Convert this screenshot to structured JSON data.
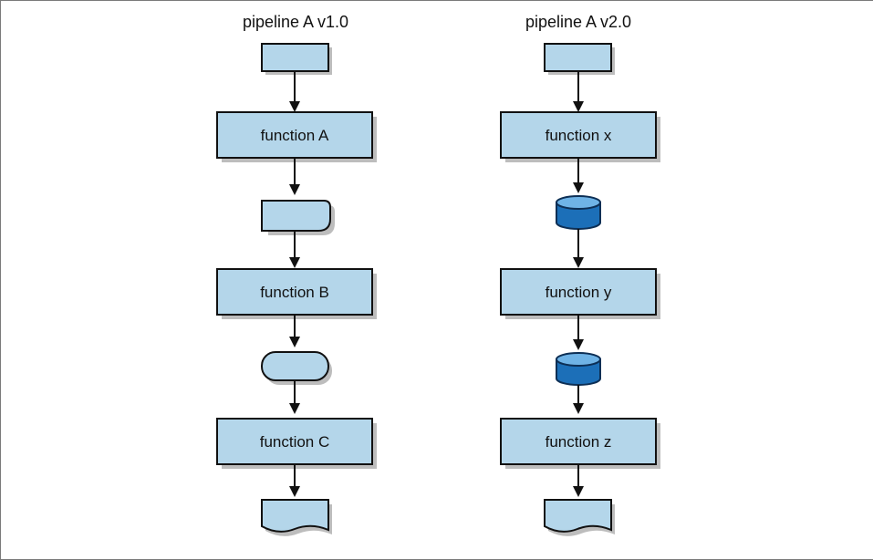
{
  "colors": {
    "box_fill": "#b4d6ea",
    "box_stroke": "#111111",
    "shadow": "#bdbdbd",
    "arrow": "#111111",
    "db_top": "#6fb3e6",
    "db_body": "#1c6fb8",
    "db_stroke": "#0d2f55"
  },
  "pipeline_v1": {
    "title": "pipeline A v1.0",
    "nodes": [
      {
        "kind": "rect-data"
      },
      {
        "kind": "function",
        "label": "function A"
      },
      {
        "kind": "data-notch"
      },
      {
        "kind": "function",
        "label": "function B"
      },
      {
        "kind": "data-terminal"
      },
      {
        "kind": "function",
        "label": "function C"
      },
      {
        "kind": "data-document"
      }
    ]
  },
  "pipeline_v2": {
    "title": "pipeline A v2.0",
    "nodes": [
      {
        "kind": "rect-data"
      },
      {
        "kind": "function",
        "label": "function x"
      },
      {
        "kind": "database"
      },
      {
        "kind": "function",
        "label": "function y"
      },
      {
        "kind": "database"
      },
      {
        "kind": "function",
        "label": "function z"
      },
      {
        "kind": "data-document"
      }
    ]
  }
}
